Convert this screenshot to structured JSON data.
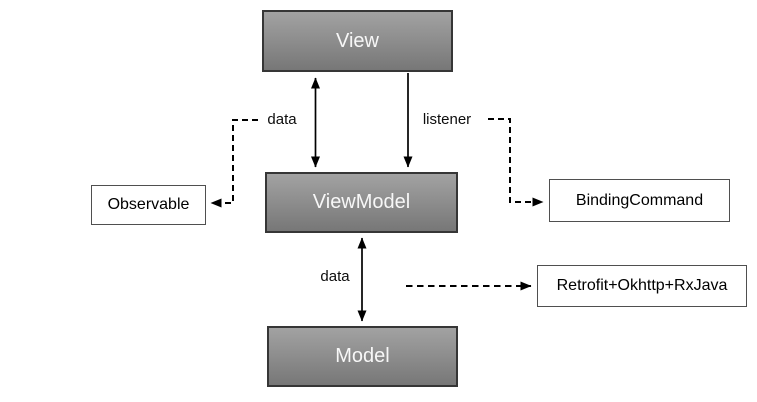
{
  "diagram": {
    "type": "architecture-diagram",
    "background_color": "#ffffff",
    "nodes": {
      "view": {
        "label": "View",
        "style": "gray-gradient"
      },
      "viewmodel": {
        "label": "ViewModel",
        "style": "gray-gradient"
      },
      "model": {
        "label": "Model",
        "style": "gray-gradient"
      },
      "observable": {
        "label": "Observable",
        "style": "white-outline"
      },
      "binding_command": {
        "label": "BindingCommand",
        "style": "white-outline"
      },
      "retrofit": {
        "label": "Retrofit+Okhttp+RxJava",
        "style": "white-outline"
      }
    },
    "edges": {
      "view_viewmodel_data": {
        "label": "data",
        "style": "solid",
        "direction": "bidirectional"
      },
      "view_viewmodel_listener": {
        "label": "listener",
        "style": "solid",
        "direction": "down"
      },
      "viewmodel_observable": {
        "style": "dashed",
        "direction": "left"
      },
      "viewmodel_bindingcommand": {
        "style": "dashed",
        "direction": "right"
      },
      "viewmodel_model_data": {
        "label": "data",
        "style": "solid",
        "direction": "bidirectional"
      },
      "model_retrofit": {
        "style": "dashed",
        "direction": "right"
      }
    },
    "colors": {
      "node_fill_top": "#a2a2a2",
      "node_fill_bottom": "#777777",
      "node_border_dark": "#363636",
      "node_text_light": "#f7f7f7",
      "outline_box_border": "#4f4f4f",
      "outline_box_text": "#000000",
      "line_color": "#000000"
    }
  }
}
